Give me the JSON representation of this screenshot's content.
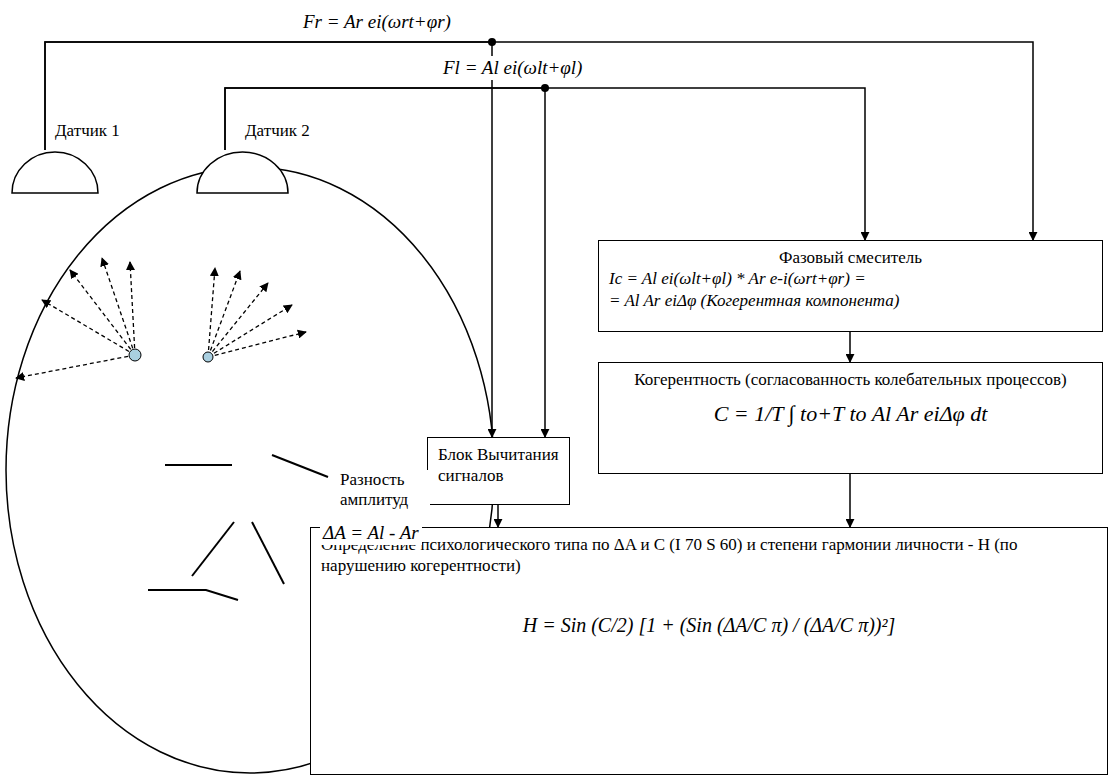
{
  "diagram": {
    "nodes": [
      {
        "text": [
          "Датчик 1"
        ]
      },
      {
        "text": [
          "Датчик 2"
        ]
      },
      {
        "text": [
          "Фазовый смеситель",
          "Ic = Al ei(ωlt+φl) * Ar e-i(ωrt+φr) =",
          "= Al Ar eiΔφ (Когерентная компонента)"
        ]
      },
      {
        "text": [
          "Когерентность (согласованность колебательных процессов)",
          "C = 1/T ∫ to+T to Al Ar eiΔφ dt"
        ]
      },
      {
        "text": [
          "Блок Вычитания сигналов"
        ]
      },
      {
        "text": [
          "Определение психологического типа по ΔA и C (I 70 S 60) и степени гармонии личности - H (по нарушению когерентности)",
          "H = Sin (C/2) [1 + (Sin (ΔA/C π) / (ΔA/C π))²]"
        ]
      }
    ],
    "edges": [
      {
        "from": 0,
        "to": 2,
        "arrow": "to",
        "label": "Fr = Ar ei(ωrt+φr)"
      },
      {
        "from": 0,
        "to": 4,
        "arrow": "to"
      },
      {
        "from": 1,
        "to": 2,
        "arrow": "to",
        "label": "Fl = Al ei(ωlt+φl)"
      },
      {
        "from": 1,
        "to": 4,
        "arrow": "to"
      },
      {
        "from": 2,
        "to": 3,
        "arrow": "to"
      },
      {
        "from": 4,
        "to": 5,
        "arrow": "to",
        "label": "ΔA = Al - Ar"
      },
      {
        "from": 3,
        "to": 5,
        "arrow": "to"
      }
    ],
    "labels": [
      "Разность амплитуд"
    ]
  }
}
